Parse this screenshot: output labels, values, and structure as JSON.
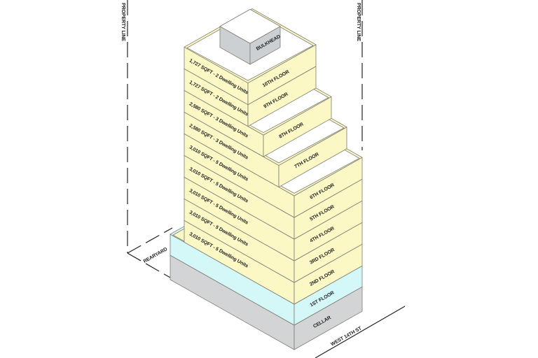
{
  "labels": {
    "property_line_left": "PROPERTY LINE",
    "property_line_right": "PROPERTY LINE",
    "rearyard": "REARYARD",
    "street": "WEST 14TH ST",
    "bulkhead": "BULKHEAD"
  },
  "floors": [
    {
      "name": "CELLAR",
      "area": ""
    },
    {
      "name": "1ST FLOOR",
      "area": ""
    },
    {
      "name": "2ND FLOOR",
      "area": "3,010 SQFT - 5 Dwelling Units"
    },
    {
      "name": "3RD FLOOR",
      "area": "3,010 SQFT - 5 Dwelling Units"
    },
    {
      "name": "4TH FLOOR",
      "area": "3,010 SQFT - 5 Dwelling Units"
    },
    {
      "name": "5TH FLOOR",
      "area": "3,010 SQFT - 5 Dwelling Units"
    },
    {
      "name": "6TH FLOOR",
      "area": "3,010 SQFT - 5 Dwelling Units"
    },
    {
      "name": "7TH FLOOR",
      "area": "2,580 SQFT - 3 Dwelling Units"
    },
    {
      "name": "8TH FLOOR",
      "area": "2,580 SQFT - 3 Dwelling Units"
    },
    {
      "name": "9TH FLOOR",
      "area": "1,727 SQFT - 2 Dwelling Units"
    },
    {
      "name": "10TH FLOOR",
      "area": "1,727 SQFT - 2 Dwelling Units"
    }
  ],
  "colors": {
    "residential": "#fbf8c6",
    "ground": "#d4f7f8",
    "cellar": "#d2d4d6",
    "bulkhead": "#cdd0d3",
    "edge": "#7d7d70"
  }
}
